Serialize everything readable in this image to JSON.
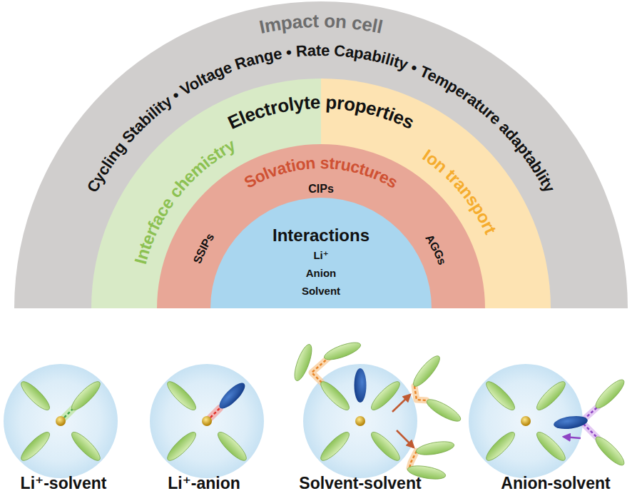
{
  "diagram": {
    "nodes": [
      {
        "text": [
          "Impact on cell",
          "Cycling Stability • Voltage Range • Rate Capability • Temperature adaptablity"
        ]
      },
      {
        "text": [
          "Electrolyte properties"
        ],
        "in": 0
      },
      {
        "text": [
          "Interface chemistry"
        ],
        "in": 1
      },
      {
        "text": [
          "Ion transport"
        ],
        "in": 1
      },
      {
        "text": [
          "Solvation structures",
          "CIPs",
          "SSIPs",
          "AGGs"
        ],
        "in": 1
      },
      {
        "text": [
          "Interactions",
          "Li⁺ Anion Solvent"
        ],
        "in": 4
      },
      {
        "text": [
          "Li⁺-solvent"
        ]
      },
      {
        "text": [
          "Li⁺-anion"
        ]
      },
      {
        "text": [
          "Solvent-solvent"
        ]
      },
      {
        "text": [
          "Anion-solvent"
        ]
      }
    ]
  }
}
